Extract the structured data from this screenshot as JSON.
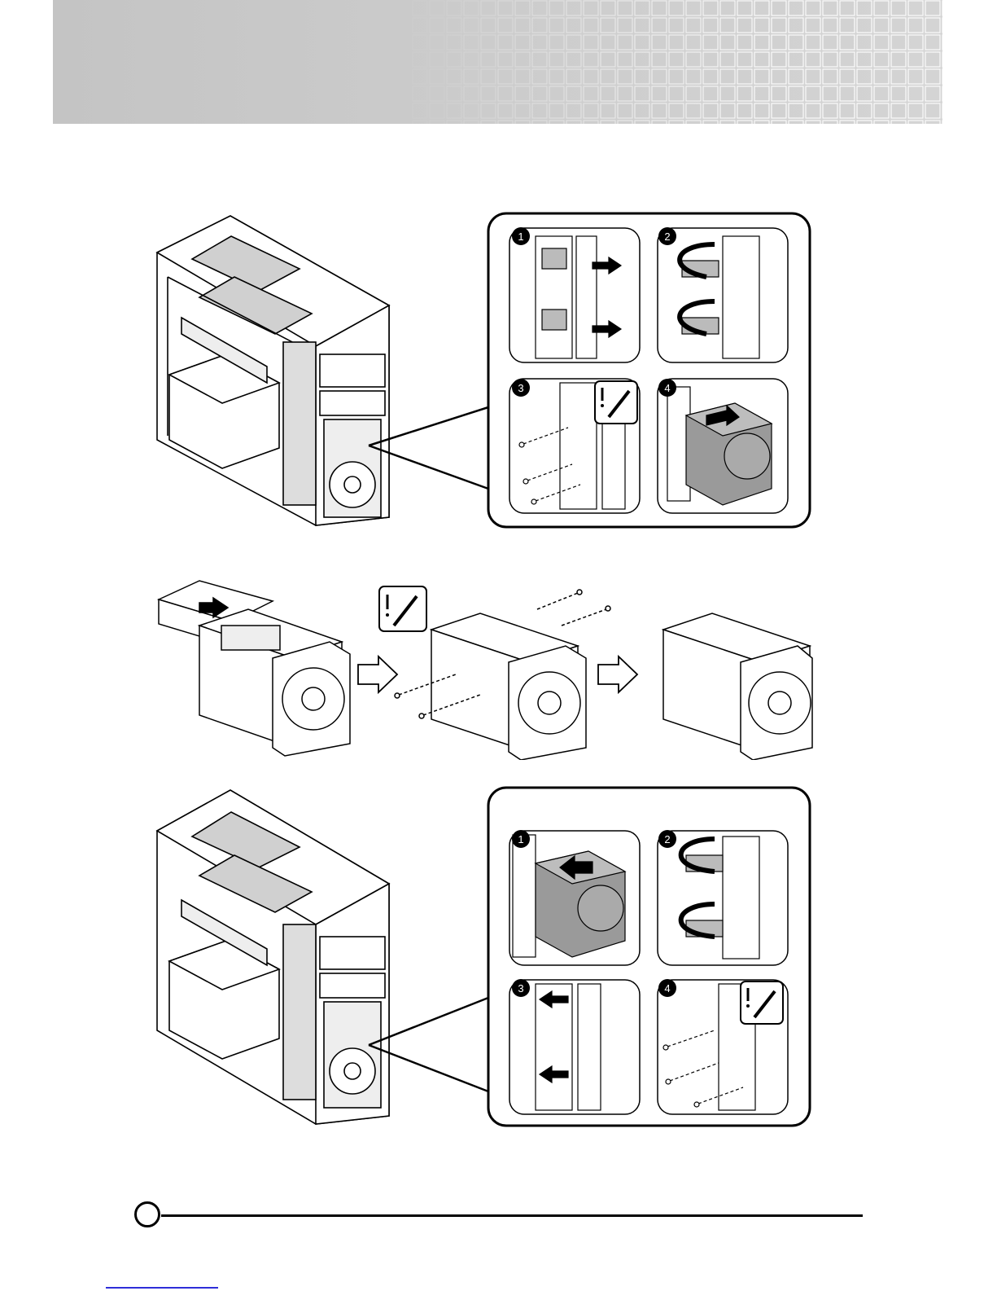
{
  "page": {
    "header_banner": {
      "color": "#c8c8c8",
      "grid_color": "#ffffff"
    },
    "page_number": "",
    "figures": {
      "removal": {
        "steps": [
          "1",
          "2",
          "3",
          "4"
        ]
      },
      "drive_install": {
        "icons": [
          "screwdriver-icon",
          "right-arrow-icon"
        ]
      },
      "reinstall": {
        "steps": [
          "1",
          "2",
          "3",
          "4"
        ]
      }
    }
  }
}
